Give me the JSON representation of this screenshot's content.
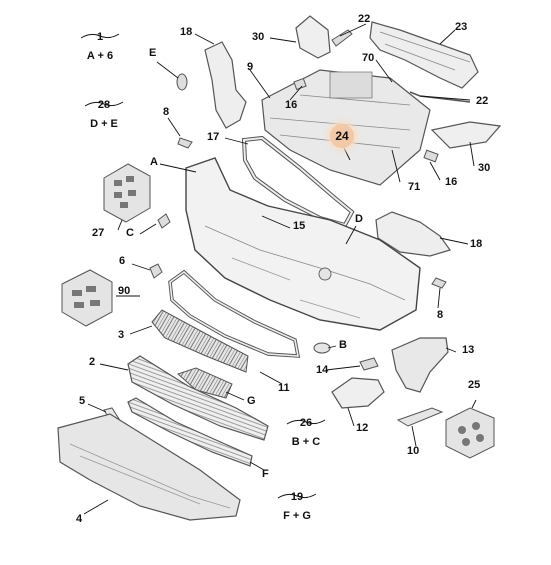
{
  "callouts": {
    "c1": "1",
    "c2": "2",
    "c3": "3",
    "c4": "4",
    "c5": "5",
    "c6": "6",
    "c8a": "8",
    "c8b": "8",
    "c9": "9",
    "c10": "10",
    "c11": "11",
    "c12": "12",
    "c13": "13",
    "c14": "14",
    "c15": "15",
    "c16a": "16",
    "c16b": "16",
    "c17": "17",
    "c18a": "18",
    "c18b": "18",
    "c19": "19",
    "c22a": "22",
    "c22b": "22",
    "c23": "23",
    "c24": "24",
    "c25": "25",
    "c26": "26",
    "c27": "27",
    "c28": "28",
    "c30a": "30",
    "c30b": "30",
    "c70": "70",
    "c71": "71",
    "c90": "90",
    "cA": "A",
    "cB": "B",
    "cC": "C",
    "cD": "D",
    "cE": "E",
    "cF": "F",
    "cG": "G"
  },
  "kits": {
    "k1": {
      "num": "1",
      "desc": "A + 6"
    },
    "k28": {
      "num": "28",
      "desc": "D + E"
    },
    "k26": {
      "num": "26",
      "desc": "B + C"
    },
    "k19": {
      "num": "19",
      "desc": "F + G"
    }
  },
  "colors": {
    "part_fill": "#eeeeee",
    "part_stroke": "#555555",
    "leader": "#111111",
    "highlight": "#f2c9a6"
  }
}
